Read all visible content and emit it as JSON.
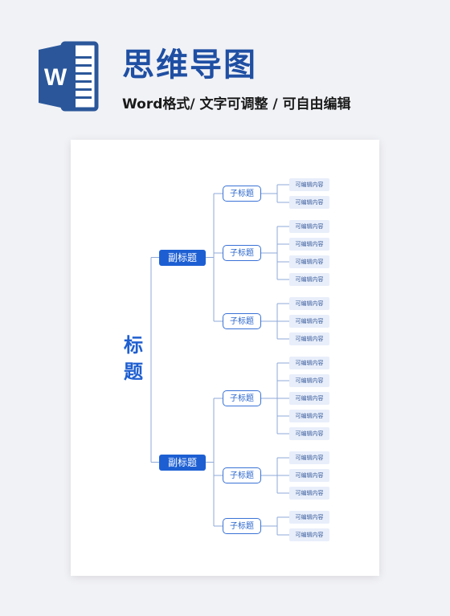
{
  "header": {
    "title": "思维导图",
    "subtitle": "Word格式/ 文字可调整 / 可自由编辑",
    "logo_letter": "W"
  },
  "colors": {
    "brand": "#1f4fa3",
    "node": "#1d5fd3",
    "leaf_bg": "#e8eefa",
    "line": "#8fa9d8"
  },
  "mindmap": {
    "root": "标题",
    "branches": [
      {
        "label": "副标题",
        "children": [
          {
            "label": "子标题",
            "leaves": [
              "可编辑内容",
              "可编辑内容"
            ]
          },
          {
            "label": "子标题",
            "leaves": [
              "可编辑内容",
              "可编辑内容",
              "可编辑内容",
              "可编辑内容"
            ]
          },
          {
            "label": "子标题",
            "leaves": [
              "可编辑内容",
              "可编辑内容",
              "可编辑内容"
            ]
          }
        ]
      },
      {
        "label": "副标题",
        "children": [
          {
            "label": "子标题",
            "leaves": [
              "可编辑内容",
              "可编辑内容",
              "可编辑内容",
              "可编辑内容",
              "可编辑内容"
            ]
          },
          {
            "label": "子标题",
            "leaves": [
              "可编辑内容",
              "可编辑内容",
              "可编辑内容"
            ]
          },
          {
            "label": "子标题",
            "leaves": [
              "可编辑内容",
              "可编辑内容"
            ]
          }
        ]
      }
    ]
  }
}
